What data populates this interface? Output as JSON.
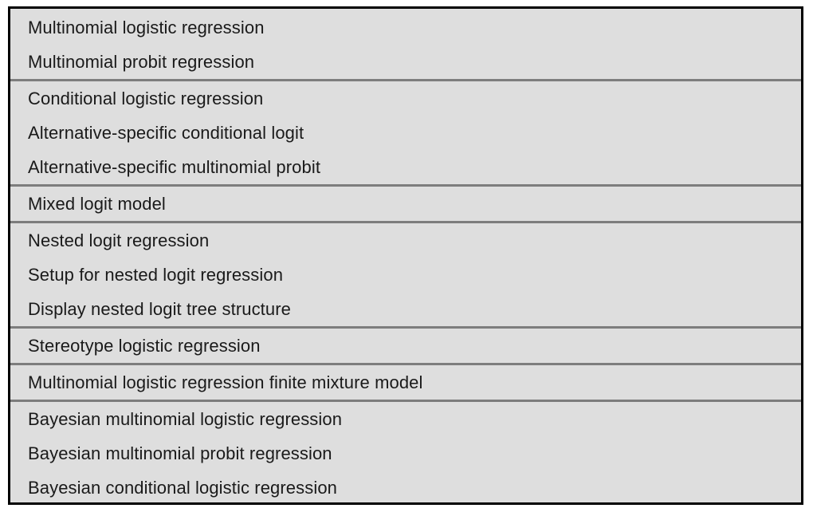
{
  "panel": {
    "name": "multinomial-models-menu",
    "background_color": "#dedede",
    "border_color": "#000000",
    "separator_color": "#7d7d7d",
    "text_color": "#1a1a1a"
  },
  "groups": [
    {
      "items": [
        {
          "label": "Multinomial logistic regression"
        },
        {
          "label": "Multinomial probit regression"
        }
      ]
    },
    {
      "items": [
        {
          "label": "Conditional logistic regression"
        },
        {
          "label": "Alternative-specific conditional logit"
        },
        {
          "label": "Alternative-specific multinomial probit"
        }
      ]
    },
    {
      "items": [
        {
          "label": "Mixed logit model"
        }
      ]
    },
    {
      "items": [
        {
          "label": "Nested logit regression"
        },
        {
          "label": "Setup for nested logit regression"
        },
        {
          "label": "Display nested logit tree structure"
        }
      ]
    },
    {
      "items": [
        {
          "label": "Stereotype logistic regression"
        }
      ]
    },
    {
      "items": [
        {
          "label": "Multinomial logistic regression finite mixture model"
        }
      ]
    },
    {
      "items": [
        {
          "label": "Bayesian multinomial logistic regression"
        },
        {
          "label": "Bayesian multinomial probit regression"
        },
        {
          "label": "Bayesian conditional logistic regression"
        }
      ]
    }
  ]
}
